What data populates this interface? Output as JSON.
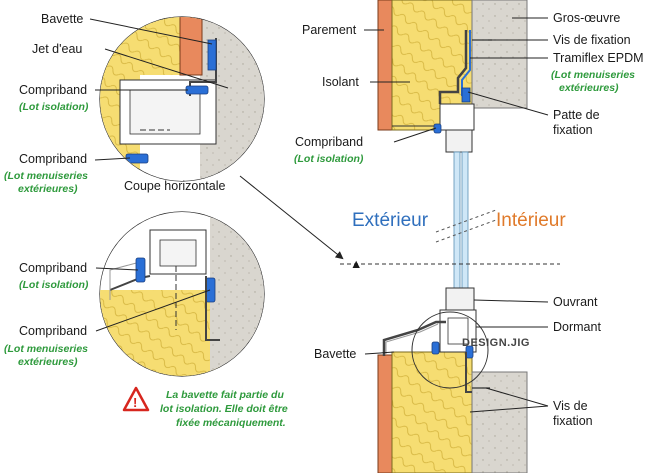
{
  "colors": {
    "insulation": "#f6dd72",
    "facing": "#e8895d",
    "masonry": "#d9d6cf",
    "membrane_blue": "#2a6fd6",
    "label_green": "#2e9a3c",
    "exterior_blue": "#2f6fbd",
    "interior_orange": "#e07a2a",
    "warning_red": "#d7261e"
  },
  "labels": {
    "bavette_top": "Bavette",
    "jet_deau": "Jet d'eau",
    "compriband_1": "Compriband",
    "lot_isolation_1": "(Lot isolation)",
    "compriband_2": "Compriband",
    "lot_menuiseries_2a": "(Lot menuiseries",
    "lot_menuiseries_2b": "extérieures)",
    "coupe_horizontale": "Coupe horizontale",
    "compriband_3": "Compriband",
    "lot_isolation_3": "(Lot isolation)",
    "compriband_4": "Compriband",
    "lot_menuiseries_4a": "(Lot menuiseries",
    "lot_menuiseries_4b": "extérieures)",
    "warning_line1": "La bavette fait partie du",
    "warning_line2": "lot isolation. Elle doit être",
    "warning_line3": "fixée mécaniquement.",
    "parement": "Parement",
    "isolant": "Isolant",
    "compriband_main": "Compriband",
    "lot_isolation_main": "(Lot isolation)",
    "exterieur": "Extérieur",
    "interieur": "Intérieur",
    "bavette_main": "Bavette",
    "gros_oeuvre": "Gros-œuvre",
    "vis_fixation_top": "Vis de fixation",
    "tramiflex": "Tramiflex EPDM",
    "lot_menuiseries_main_a": "(Lot menuiseries",
    "lot_menuiseries_main_b": "extérieures)",
    "patte_a": "Patte de",
    "patte_b": "fixation",
    "ouvrant": "Ouvrant",
    "dormant": "Dormant",
    "vis_fixation_bottom_a": "Vis de",
    "vis_fixation_bottom_b": "fixation",
    "watermark": "DESIGN.JIG"
  },
  "icons": {
    "warning": "warning-triangle-icon"
  }
}
